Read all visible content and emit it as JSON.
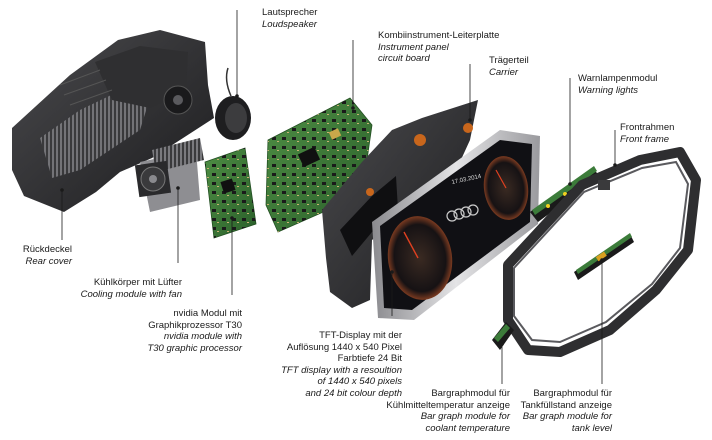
{
  "labels": {
    "loudspeaker": {
      "de": "Lautsprecher",
      "en": "Loudspeaker"
    },
    "circuit_board": {
      "de": "Kombiinstrument-Leiterplatte",
      "en1": "Instrument panel",
      "en2": "circuit board"
    },
    "carrier": {
      "de": "Trägerteil",
      "en": "Carrier"
    },
    "warning_lights": {
      "de": "Warnlampenmodul",
      "en": "Warning lights"
    },
    "front_frame": {
      "de": "Frontrahmen",
      "en": "Front frame"
    },
    "rear_cover": {
      "de": "Rückdeckel",
      "en": "Rear cover"
    },
    "cooling_module": {
      "de": "Kühlkörper mit Lüfter",
      "en": "Cooling module with fan"
    },
    "nvidia_module": {
      "de1": "nvidia Modul mit",
      "de2": "Graphikprozessor T30",
      "en1": "nvidia module with",
      "en2": "T30 graphic processor"
    },
    "tft_display": {
      "de1": "TFT-Display mit der",
      "de2": "Auflösung 1440 x 540 Pixel",
      "de3": "Farbtiefe 24 Bit",
      "en1": "TFT display with a resoultion",
      "en2": "of 1440 x 540 pixels",
      "en3": "and 24 bit colour depth"
    },
    "coolant_bargraph": {
      "de1": "Bargraphmodul für",
      "de2": "Kühlmitteltemperatur anzeige",
      "en1": "Bar graph module for",
      "en2": "coolant temperature"
    },
    "tank_bargraph": {
      "de1": "Bargraphmodul für",
      "de2": "Tankfüllstand anzeige",
      "en1": "Bar graph module for",
      "en2": "tank level"
    }
  },
  "display": {
    "date": "17.03.2014"
  },
  "colors": {
    "housing": "#2b2b2d",
    "pcb": "#3d7a3a",
    "display_frame": "#c9c9cc",
    "warning_led": "#f0d020"
  }
}
